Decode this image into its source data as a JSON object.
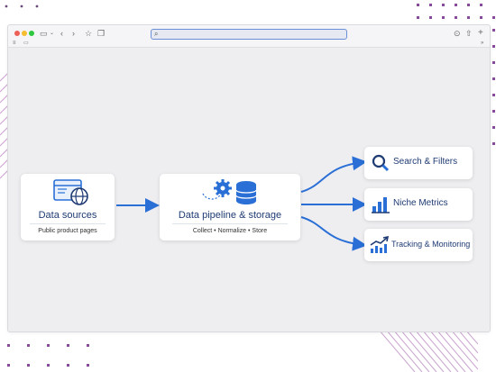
{
  "nodes": {
    "sources": {
      "title": "Data sources",
      "subtitle": "Public product pages"
    },
    "pipeline": {
      "title": "Data pipeline & storage",
      "steps": "Collect • Normalize • Store"
    },
    "outputs": [
      {
        "label": "Search & Filters",
        "icon": "magnifier-icon"
      },
      {
        "label": "Niche Metrics",
        "icon": "bar-chart-icon"
      },
      {
        "label": "Tracking & Monitoring",
        "icon": "trend-chart-icon"
      }
    ]
  },
  "colors": {
    "accent": "#2a6fd6",
    "title_text": "#1f3b73",
    "window_bg": "#eeeef1"
  }
}
